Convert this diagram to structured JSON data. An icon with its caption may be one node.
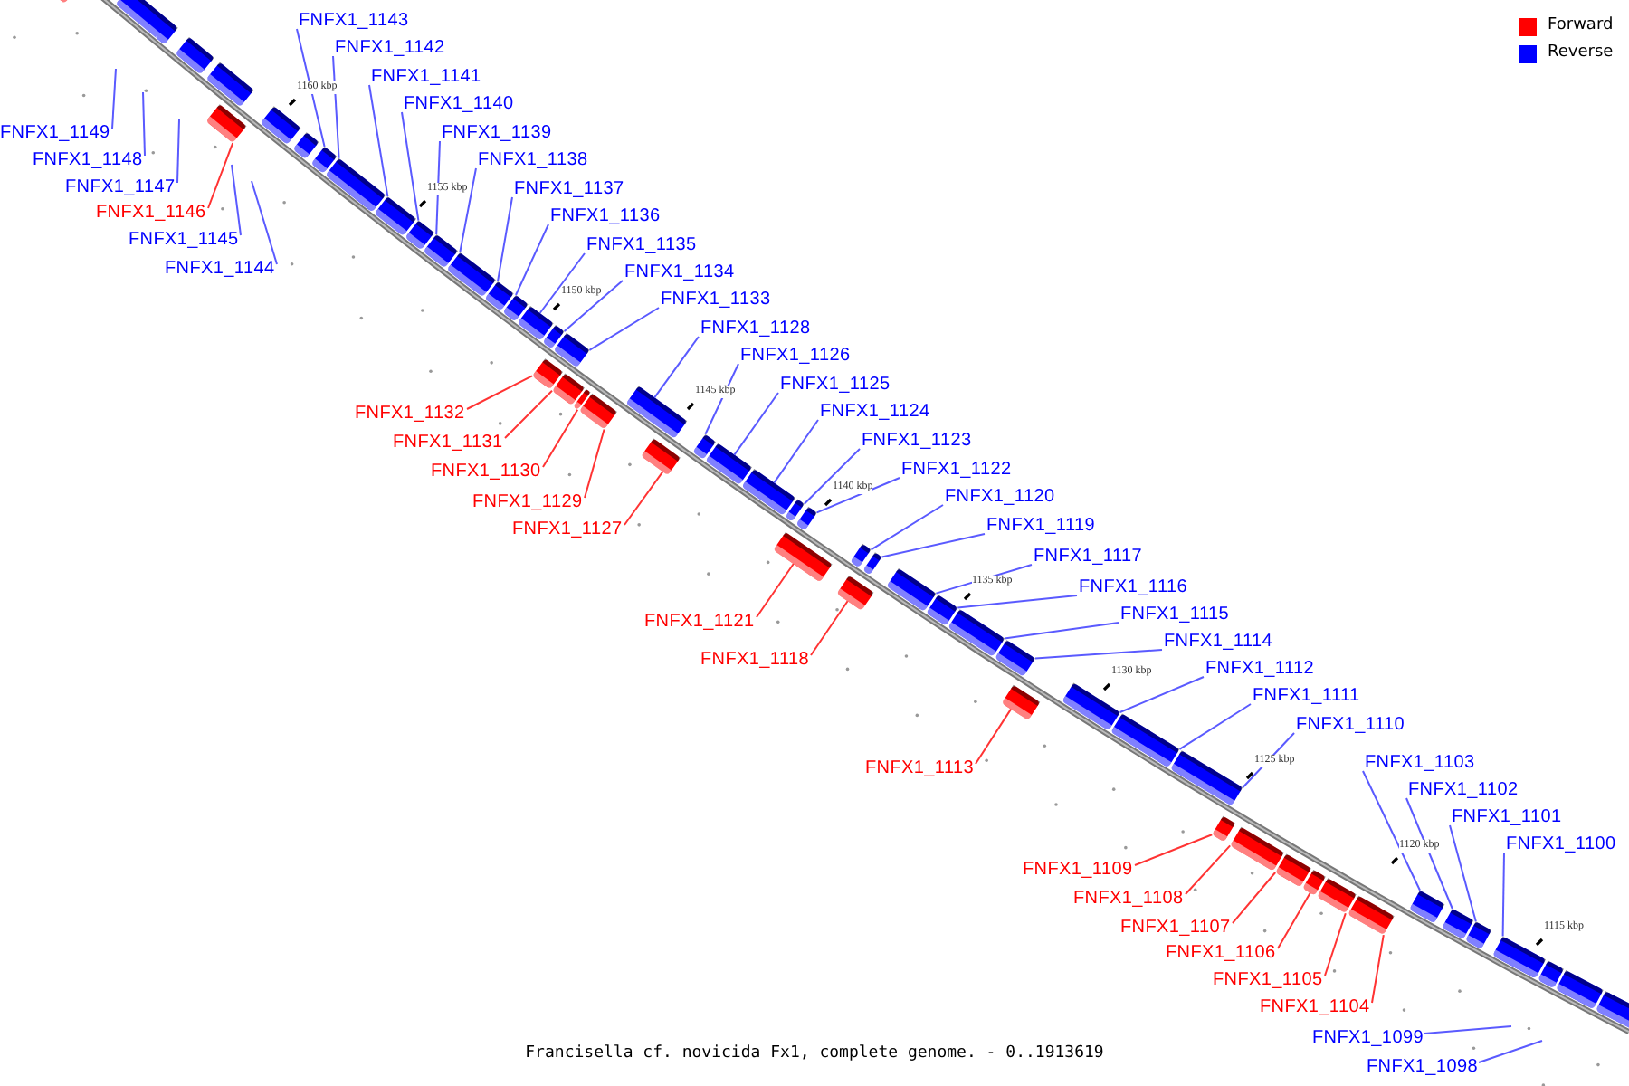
{
  "diagram": {
    "caption": "Francisella cf. novicida Fx1, complete genome. - 0..1913619",
    "nodes": [
      {
        "text": [
          "FNFX1_1143"
        ]
      },
      {
        "text": [
          "FNFX1_1142"
        ]
      },
      {
        "text": [
          "FNFX1_1141"
        ]
      },
      {
        "text": [
          "FNFX1_1140"
        ]
      },
      {
        "text": [
          "FNFX1_1149"
        ]
      },
      {
        "text": [
          "FNFX1_1139"
        ]
      },
      {
        "text": [
          "FNFX1_1148"
        ]
      },
      {
        "text": [
          "FNFX1_1138"
        ]
      },
      {
        "text": [
          "FNFX1_1147"
        ]
      },
      {
        "text": [
          "FNFX1_1137"
        ]
      },
      {
        "text": [
          "FNFX1_1146"
        ]
      },
      {
        "text": [
          "FNFX1_1136"
        ]
      },
      {
        "text": [
          "FNFX1_1145"
        ]
      },
      {
        "text": [
          "FNFX1_1135"
        ]
      },
      {
        "text": [
          "FNFX1_1144"
        ]
      },
      {
        "text": [
          "FNFX1_1134"
        ]
      },
      {
        "text": [
          "FNFX1_1133"
        ]
      },
      {
        "text": [
          "FNFX1_1128"
        ]
      },
      {
        "text": [
          "FNFX1_1126"
        ]
      },
      {
        "text": [
          "FNFX1_1125"
        ]
      },
      {
        "text": [
          "FNFX1_1132"
        ]
      },
      {
        "text": [
          "FNFX1_1124"
        ]
      },
      {
        "text": [
          "FNFX1_1131"
        ]
      },
      {
        "text": [
          "FNFX1_1123"
        ]
      },
      {
        "text": [
          "FNFX1_1130"
        ]
      },
      {
        "text": [
          "FNFX1_1122"
        ]
      },
      {
        "text": [
          "FNFX1_1120"
        ]
      },
      {
        "text": [
          "FNFX1_1129"
        ]
      },
      {
        "text": [
          "FNFX1_1119"
        ]
      },
      {
        "text": [
          "FNFX1_1127"
        ]
      },
      {
        "text": [
          "FNFX1_1117"
        ]
      },
      {
        "text": [
          "FNFX1_1116"
        ]
      },
      {
        "text": [
          "FNFX1_1115"
        ]
      },
      {
        "text": [
          "FNFX1_1121"
        ]
      },
      {
        "text": [
          "FNFX1_1114"
        ]
      },
      {
        "text": [
          "FNFX1_1118"
        ]
      },
      {
        "text": [
          "FNFX1_1112"
        ]
      },
      {
        "text": [
          "FNFX1_1111"
        ]
      },
      {
        "text": [
          "FNFX1_1110"
        ]
      },
      {
        "text": [
          "FNFX1_1103"
        ]
      },
      {
        "text": [
          "FNFX1_1113"
        ]
      },
      {
        "text": [
          "FNFX1_1102"
        ]
      },
      {
        "text": [
          "FNFX1_1101"
        ]
      },
      {
        "text": [
          "FNFX1_1100"
        ]
      },
      {
        "text": [
          "FNFX1_1109"
        ]
      },
      {
        "text": [
          "FNFX1_1108"
        ]
      },
      {
        "text": [
          "FNFX1_1107"
        ]
      },
      {
        "text": [
          "FNFX1_1106"
        ]
      },
      {
        "text": [
          "FNFX1_1105"
        ]
      },
      {
        "text": [
          "FNFX1_1104"
        ]
      },
      {
        "text": [
          "FNFX1_1099"
        ]
      },
      {
        "text": [
          "FNFX1_1098"
        ]
      },
      {
        "text": [],
        "shape": "box"
      },
      {
        "text": [],
        "shape": "box"
      },
      {
        "text": [],
        "shape": "box"
      },
      {
        "text": [],
        "shape": "box"
      },
      {
        "text": [],
        "shape": "box"
      },
      {
        "text": [],
        "shape": "box"
      },
      {
        "text": [],
        "shape": "box"
      },
      {
        "text": [],
        "shape": "box"
      },
      {
        "text": [],
        "shape": "box"
      },
      {
        "text": [],
        "shape": "box"
      },
      {
        "text": [],
        "shape": "box"
      },
      {
        "text": [],
        "shape": "box"
      },
      {
        "text": [],
        "shape": "box"
      },
      {
        "text": [],
        "shape": "box"
      },
      {
        "text": [],
        "shape": "box"
      },
      {
        "text": [],
        "shape": "box"
      },
      {
        "text": [],
        "shape": "box"
      },
      {
        "text": [],
        "shape": "box"
      },
      {
        "text": [],
        "shape": "box"
      },
      {
        "text": [],
        "shape": "box"
      },
      {
        "text": [],
        "shape": "box"
      },
      {
        "text": [],
        "shape": "box"
      },
      {
        "text": [],
        "shape": "box"
      },
      {
        "text": [],
        "shape": "box"
      },
      {
        "text": [],
        "shape": "box"
      },
      {
        "text": [],
        "shape": "box"
      },
      {
        "text": [],
        "shape": "box"
      },
      {
        "text": [],
        "shape": "box"
      },
      {
        "text": [],
        "shape": "box"
      },
      {
        "text": [],
        "shape": "box"
      },
      {
        "text": [],
        "shape": "box"
      },
      {
        "text": [],
        "shape": "box"
      },
      {
        "text": [],
        "shape": "box"
      },
      {
        "text": [],
        "shape": "box"
      },
      {
        "text": [],
        "shape": "box"
      },
      {
        "text": [],
        "shape": "box"
      },
      {
        "text": [],
        "shape": "box"
      },
      {
        "text": [],
        "shape": "box"
      },
      {
        "text": [],
        "shape": "box"
      },
      {
        "text": [],
        "shape": "box"
      },
      {
        "text": [],
        "shape": "box"
      },
      {
        "text": [],
        "shape": "box"
      },
      {
        "text": [],
        "shape": "box"
      },
      {
        "text": [],
        "shape": "box"
      },
      {
        "text": [],
        "shape": "box"
      },
      {
        "text": [],
        "shape": "box"
      },
      {
        "text": [],
        "shape": "box"
      },
      {
        "text": [],
        "shape": "box"
      },
      {
        "text": [],
        "shape": "box"
      },
      {
        "text": [],
        "shape": "box"
      },
      {
        "text": [],
        "shape": "box"
      },
      {
        "text": [],
        "shape": "box"
      },
      {
        "text": [],
        "shape": "box"
      },
      {
        "text": [],
        "shape": "box"
      },
      {
        "text": [],
        "shape": "box"
      }
    ],
    "edges": [
      {
        "from": 0,
        "to": 52,
        "arrow": "none"
      },
      {
        "from": 1,
        "to": 53,
        "arrow": "none"
      },
      {
        "from": 2,
        "to": 54,
        "arrow": "none"
      },
      {
        "from": 3,
        "to": 55,
        "arrow": "none"
      },
      {
        "from": 4,
        "to": null,
        "arrow": "none"
      },
      {
        "from": 5,
        "to": 56,
        "arrow": "none"
      },
      {
        "from": 6,
        "to": null,
        "arrow": "none"
      },
      {
        "from": 7,
        "to": 57,
        "arrow": "none"
      },
      {
        "from": 8,
        "to": null,
        "arrow": "none"
      },
      {
        "from": 9,
        "to": 58,
        "arrow": "none"
      },
      {
        "from": 10,
        "to": 59,
        "arrow": "none",
        "color": "#ff3333"
      },
      {
        "from": 11,
        "to": 60,
        "arrow": "none"
      },
      {
        "from": 12,
        "to": null,
        "arrow": "none"
      },
      {
        "from": 13,
        "to": 61,
        "arrow": "none"
      },
      {
        "from": 14,
        "to": null,
        "arrow": "none"
      },
      {
        "from": 15,
        "to": 62,
        "arrow": "none"
      },
      {
        "from": 16,
        "to": 63,
        "arrow": "none"
      },
      {
        "from": 17,
        "to": 64,
        "arrow": "none"
      },
      {
        "from": 18,
        "to": 65,
        "arrow": "none"
      },
      {
        "from": 19,
        "to": 66,
        "arrow": "none"
      },
      {
        "from": 20,
        "to": 67,
        "arrow": "none",
        "color": "#ff3333"
      },
      {
        "from": 21,
        "to": 68,
        "arrow": "none"
      },
      {
        "from": 22,
        "to": 69,
        "arrow": "none",
        "color": "#ff3333"
      },
      {
        "from": 23,
        "to": 70,
        "arrow": "none"
      },
      {
        "from": 24,
        "to": 71,
        "arrow": "none",
        "color": "#ff3333"
      },
      {
        "from": 25,
        "to": 72,
        "arrow": "none"
      },
      {
        "from": 26,
        "to": 73,
        "arrow": "none"
      },
      {
        "from": 27,
        "to": 74,
        "arrow": "none",
        "color": "#ff3333"
      },
      {
        "from": 28,
        "to": 75,
        "arrow": "none"
      },
      {
        "from": 29,
        "to": 76,
        "arrow": "none",
        "color": "#ff3333"
      },
      {
        "from": 30,
        "to": 77,
        "arrow": "none"
      },
      {
        "from": 31,
        "to": 78,
        "arrow": "none"
      },
      {
        "from": 32,
        "to": 79,
        "arrow": "none"
      },
      {
        "from": 33,
        "to": 80,
        "arrow": "none",
        "color": "#ff3333"
      },
      {
        "from": 34,
        "to": 81,
        "arrow": "none"
      },
      {
        "from": 35,
        "to": 82,
        "arrow": "none",
        "color": "#ff3333"
      },
      {
        "from": 36,
        "to": 83,
        "arrow": "none"
      },
      {
        "from": 37,
        "to": 84,
        "arrow": "none"
      },
      {
        "from": 38,
        "to": 85,
        "arrow": "none"
      },
      {
        "from": 39,
        "to": 86,
        "arrow": "none"
      },
      {
        "from": 40,
        "to": 87,
        "arrow": "none",
        "color": "#ff3333"
      },
      {
        "from": 41,
        "to": 88,
        "arrow": "none"
      },
      {
        "from": 42,
        "to": 89,
        "arrow": "none"
      },
      {
        "from": 43,
        "to": 90,
        "arrow": "none"
      },
      {
        "from": 44,
        "to": 91,
        "arrow": "none",
        "color": "#ff3333"
      },
      {
        "from": 45,
        "to": 92,
        "arrow": "none",
        "color": "#ff3333"
      },
      {
        "from": 46,
        "to": 93,
        "arrow": "none",
        "color": "#ff3333"
      },
      {
        "from": 47,
        "to": 94,
        "arrow": "none",
        "color": "#ff3333"
      },
      {
        "from": 48,
        "to": 95,
        "arrow": "none",
        "color": "#ff3333"
      },
      {
        "from": 49,
        "to": 96,
        "arrow": "none",
        "color": "#ff3333"
      },
      {
        "from": 50,
        "to": null,
        "arrow": "none"
      },
      {
        "from": 51,
        "to": null,
        "arrow": "none"
      }
    ],
    "labels": [
      "1160 kbp",
      "1155 kbp",
      "1150 kbp",
      "1145 kbp",
      "1140 kbp",
      "1135 kbp",
      "1130 kbp",
      "1125 kbp",
      "1120 kbp",
      "1115 kbp"
    ],
    "legend": [
      {
        "text": "Forward",
        "color": "#ff0000"
      },
      {
        "text": "Reverse",
        "color": "#0000ff"
      }
    ]
  }
}
